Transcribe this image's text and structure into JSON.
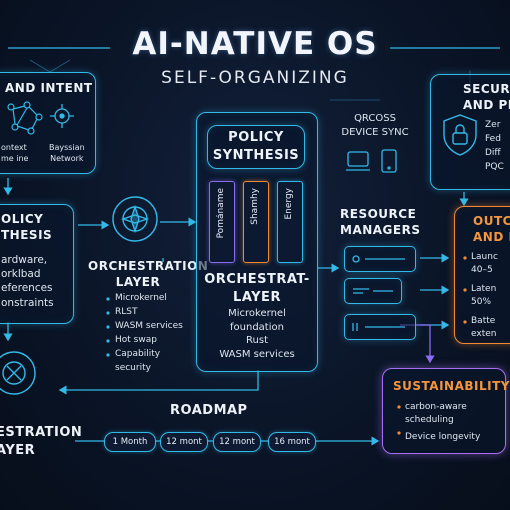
{
  "header": {
    "title": "AI-NATIVE OS",
    "subtitle": "SELF-ORGANIZING"
  },
  "intent": {
    "heading": "AND INTENT",
    "left_label": [
      "ontext",
      "me ine"
    ],
    "right_label": [
      "Bayssian",
      "Network"
    ]
  },
  "policy_left": {
    "heading": [
      "OLICY",
      "THESIS"
    ],
    "items": [
      "ardware,",
      "orklbad",
      "eferences",
      "onstraints"
    ]
  },
  "orchestration_mid": {
    "heading": [
      "ORCHESTRATION",
      "LAYER"
    ],
    "items": [
      "Microkernel",
      "RLST",
      "WASM services",
      "Hot swap",
      "Capability",
      "security"
    ]
  },
  "center": {
    "policy_heading": [
      "POLICY",
      "SYNTHESIS"
    ],
    "bars": [
      "Pománame",
      "Shamhy",
      "Energy"
    ],
    "heading": [
      "ORCHESTRAT-",
      "LAYER"
    ],
    "items": [
      "Microkernel",
      "foundation",
      "Rust",
      "WASM services"
    ]
  },
  "device_sync": {
    "label": [
      "QRCOSS",
      "DEVICE SYNC"
    ]
  },
  "security": {
    "heading": [
      "SECUR",
      "AND PR"
    ],
    "items": [
      "Zer",
      "Fed",
      "Diff",
      "PQC"
    ]
  },
  "resource": {
    "heading": [
      "RESOURCE",
      "MANAGERS"
    ]
  },
  "outcomes": {
    "heading": [
      "OUTC",
      "AND M"
    ],
    "items": [
      "Launc",
      "40–5",
      "Laten",
      "50%",
      "Batte",
      "exten"
    ]
  },
  "sustainability": {
    "heading": "SUSTAINABILITY",
    "items": [
      "carbon-aware",
      "scheduling",
      "Device longevity"
    ]
  },
  "roadmap": {
    "label": "ROADMAP",
    "milestones": [
      "1 Month",
      "12 mont",
      "12 mont",
      "16 mont"
    ]
  },
  "bottom_left": {
    "heading": [
      "ESTRATION",
      "AYER"
    ]
  },
  "colors": {
    "accent": "#33b9e8",
    "orange": "#f08a35",
    "violet": "#8a6cf0",
    "background": "#0a1426"
  }
}
